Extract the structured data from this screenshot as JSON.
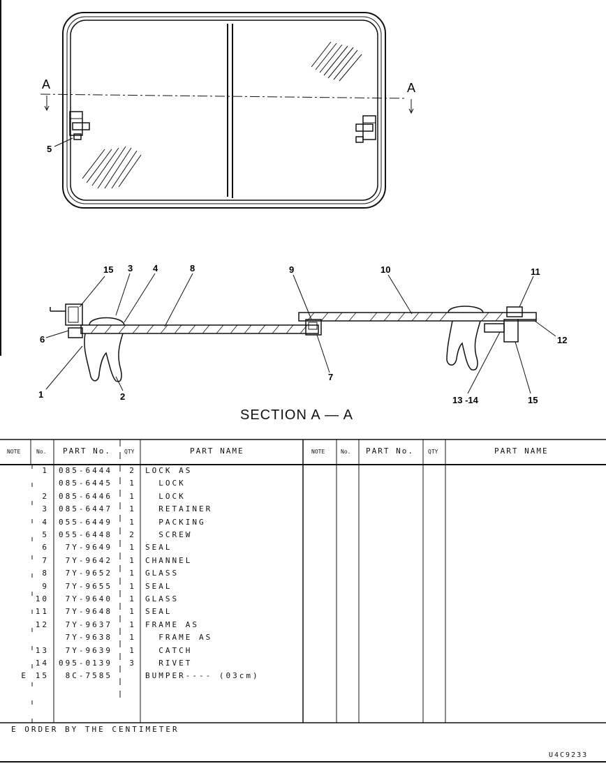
{
  "view": {
    "section_markers": [
      "A",
      "A"
    ],
    "callouts": [
      "5",
      "15",
      "3",
      "4",
      "8",
      "9",
      "10",
      "11",
      "6",
      "12",
      "7",
      "1",
      "2",
      "13 -14",
      "15"
    ],
    "section_title": "SECTION A — A"
  },
  "table": {
    "headers": {
      "note": "NOTE",
      "no": "No.",
      "part_no": "PART No.",
      "qty": "QTY",
      "part_name": "PART NAME",
      "note2": "NOTE",
      "no2": "No.",
      "part_no2": "PART No.",
      "qty2": "QTY",
      "part_name2": "PART NAME"
    },
    "rows": [
      {
        "note": "",
        "no": "1",
        "part": "085-6444",
        "qty": "2",
        "name": "LOCK AS"
      },
      {
        "note": "",
        "no": "",
        "part": "085-6445",
        "qty": "1",
        "name": "  LOCK"
      },
      {
        "note": "",
        "no": "2",
        "part": "085-6446",
        "qty": "1",
        "name": "  LOCK"
      },
      {
        "note": "",
        "no": "3",
        "part": "085-6447",
        "qty": "1",
        "name": "  RETAINER"
      },
      {
        "note": "",
        "no": "4",
        "part": "055-6449",
        "qty": "1",
        "name": "  PACKING"
      },
      {
        "note": "",
        "no": "5",
        "part": "055-6448",
        "qty": "2",
        "name": "  SCREW"
      },
      {
        "note": "",
        "no": "6",
        "part": " 7Y-9649",
        "qty": "1",
        "name": "SEAL"
      },
      {
        "note": "",
        "no": "7",
        "part": " 7Y-9642",
        "qty": "1",
        "name": "CHANNEL"
      },
      {
        "note": "",
        "no": "8",
        "part": " 7Y-9652",
        "qty": "1",
        "name": "GLASS"
      },
      {
        "note": "",
        "no": "9",
        "part": " 7Y-9655",
        "qty": "1",
        "name": "SEAL"
      },
      {
        "note": "",
        "no": "10",
        "part": " 7Y-9640",
        "qty": "1",
        "name": "GLASS"
      },
      {
        "note": "",
        "no": "11",
        "part": " 7Y-9648",
        "qty": "1",
        "name": "SEAL"
      },
      {
        "note": "",
        "no": "12",
        "part": " 7Y-9637",
        "qty": "1",
        "name": "FRAME AS"
      },
      {
        "note": "",
        "no": "",
        "part": " 7Y-9638",
        "qty": "1",
        "name": "  FRAME AS"
      },
      {
        "note": "",
        "no": "13",
        "part": " 7Y-9639",
        "qty": "1",
        "name": "  CATCH"
      },
      {
        "note": "",
        "no": "14",
        "part": "095-0139",
        "qty": "3",
        "name": "  RIVET"
      },
      {
        "note": "E",
        "no": "15",
        "part": " 8C-7585",
        "qty": "",
        "name": "BUMPER---- (03cm)"
      }
    ],
    "footnote": "E ORDER BY THE CENTIMETER"
  },
  "drawing_number": "U4C9233"
}
